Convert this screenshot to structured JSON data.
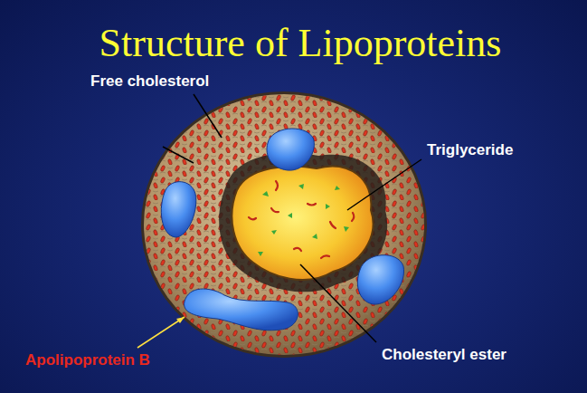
{
  "diagram": {
    "title": "Structure of Lipoproteins",
    "labels": [
      "Free cholesterol",
      "Triglyceride",
      "Cholesteryl ester",
      "Apolipoprotein B"
    ]
  }
}
